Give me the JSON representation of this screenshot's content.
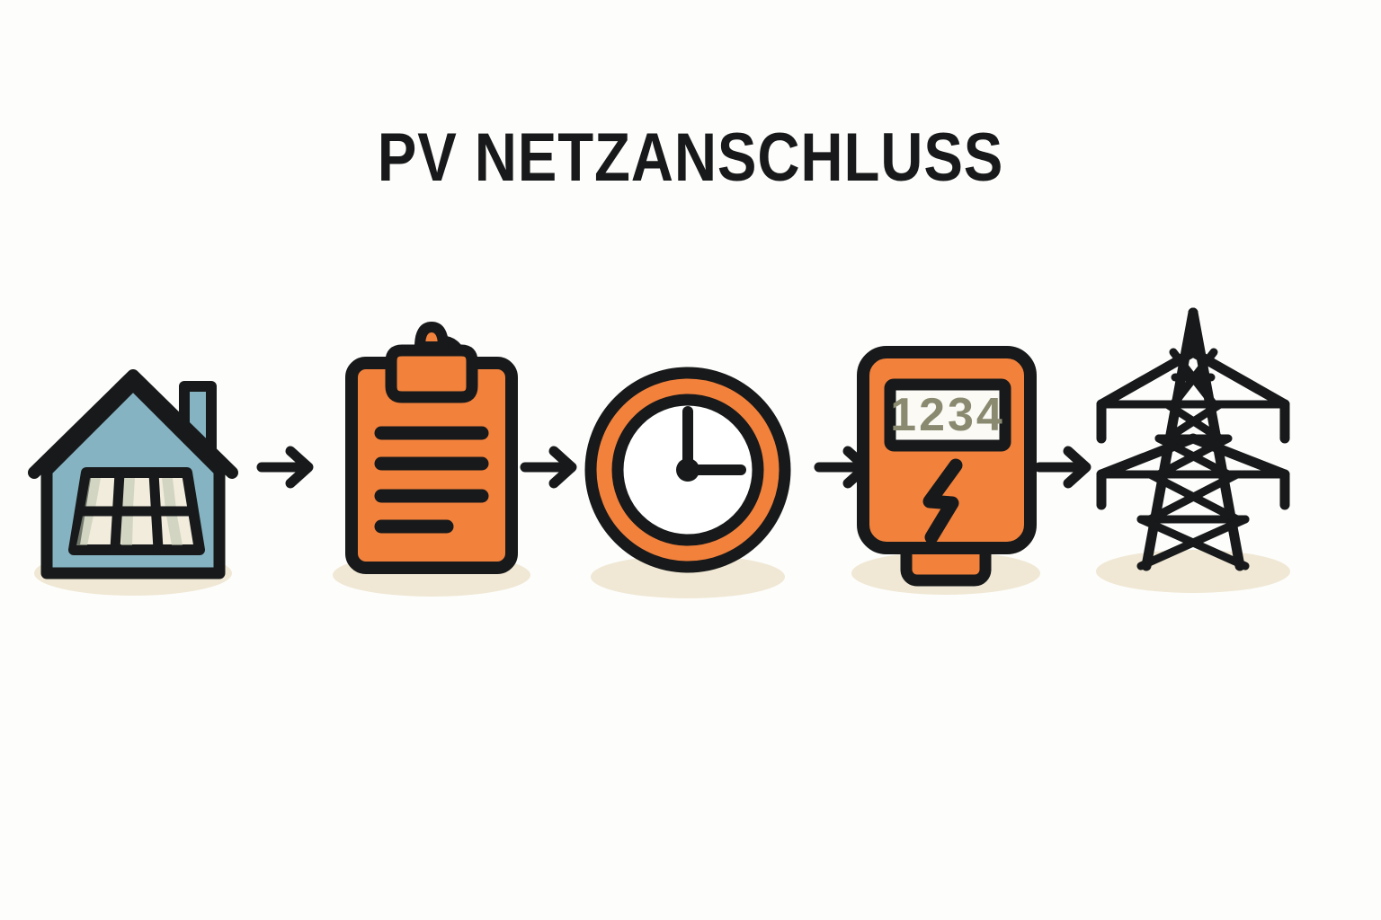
{
  "page": {
    "background_color": "#fdfdfb",
    "title": "PV NETZANSCHLUSS",
    "title_color": "#17191a"
  },
  "palette": {
    "outline": "#17191a",
    "orange": "#f2813c",
    "house_blue": "#85b3c2",
    "panel_cream": "#f2ecdc",
    "panel_shade": "#b9c4ae",
    "shadow_beige": "#f0e8d5",
    "display_white": "#fbfaf5",
    "digit_olive": "#8a8a70",
    "pylon_black": "#17191a"
  },
  "flow": {
    "steps": [
      {
        "index": 1,
        "icon": "house-solar-panel-icon",
        "name": "house-with-pv",
        "colors": {
          "body": "#85b3c2",
          "panel": "#f2ecdc"
        },
        "details": {
          "panel_columns": 3,
          "panel_rows": 2,
          "chimney": true
        }
      },
      {
        "index": 2,
        "icon": "clipboard-document-icon",
        "name": "application-clipboard",
        "colors": {
          "body": "#f2813c"
        },
        "details": {
          "text_lines": 4,
          "last_line_short": true
        }
      },
      {
        "index": 3,
        "icon": "clock-icon",
        "name": "waiting-period-clock",
        "colors": {
          "ring": "#f2813c",
          "face": "#ffffff"
        },
        "details": {
          "hour_hand": "12",
          "minute_hand": "3",
          "time_shown": "3:00"
        }
      },
      {
        "index": 4,
        "icon": "electricity-meter-icon",
        "name": "electricity-meter",
        "colors": {
          "body": "#f2813c",
          "display": "#fbfaf5",
          "digits": "#8a8a70"
        },
        "details": {
          "display_value": "1234",
          "bolt": true
        }
      },
      {
        "index": 5,
        "icon": "power-pylon-icon",
        "name": "grid-power-pylon",
        "colors": {
          "body": "#17191a"
        },
        "details": {
          "cross_arms": 2
        }
      }
    ],
    "arrows": [
      {
        "index": 1,
        "name": "flow-arrow-1",
        "direction": "right"
      },
      {
        "index": 2,
        "name": "flow-arrow-2",
        "direction": "right"
      },
      {
        "index": 3,
        "name": "flow-arrow-3",
        "direction": "right"
      },
      {
        "index": 4,
        "name": "flow-arrow-4",
        "direction": "right"
      }
    ]
  },
  "meter": {
    "display_value": "1234"
  }
}
